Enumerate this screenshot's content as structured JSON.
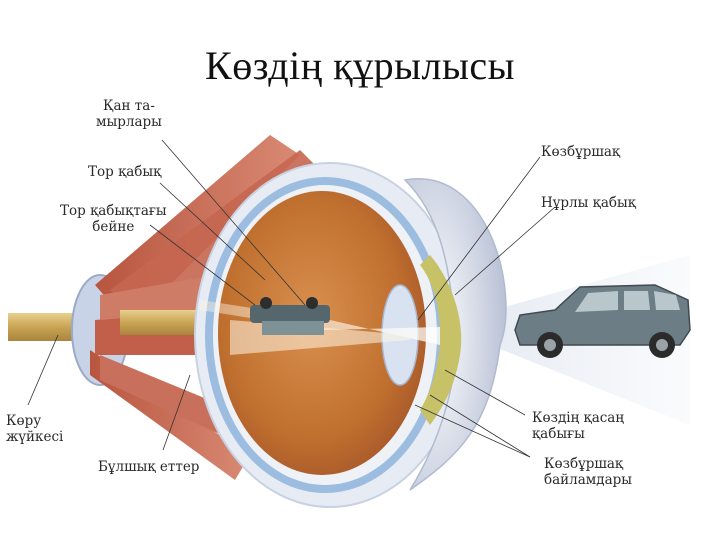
{
  "title": "Көздің құрылысы",
  "labels": {
    "blood_vessels": [
      "Қан та-",
      "мырлары"
    ],
    "retina": "Тор қабық",
    "retina_image": [
      "Тор қабықтағы",
      "бейне"
    ],
    "lens": "Көзбұршақ",
    "iris": "Нұрлы қабық",
    "optic_nerve": [
      "Көру",
      "жүйкесі"
    ],
    "muscles": "Бұлшық еттер",
    "sclera": [
      "Көздің қасаң",
      "қабығы"
    ],
    "lens_ligaments": [
      "Көзбұршақ",
      "байламдары"
    ]
  },
  "colors": {
    "muscle": "#c96a55",
    "vitreous": "#c47a35",
    "sclera_blue": "#8fb3d9",
    "cornea": "#dfe3ee",
    "nerve": "#d8b66a",
    "car": "#6f8088",
    "iris_green": "#c9c56a"
  }
}
